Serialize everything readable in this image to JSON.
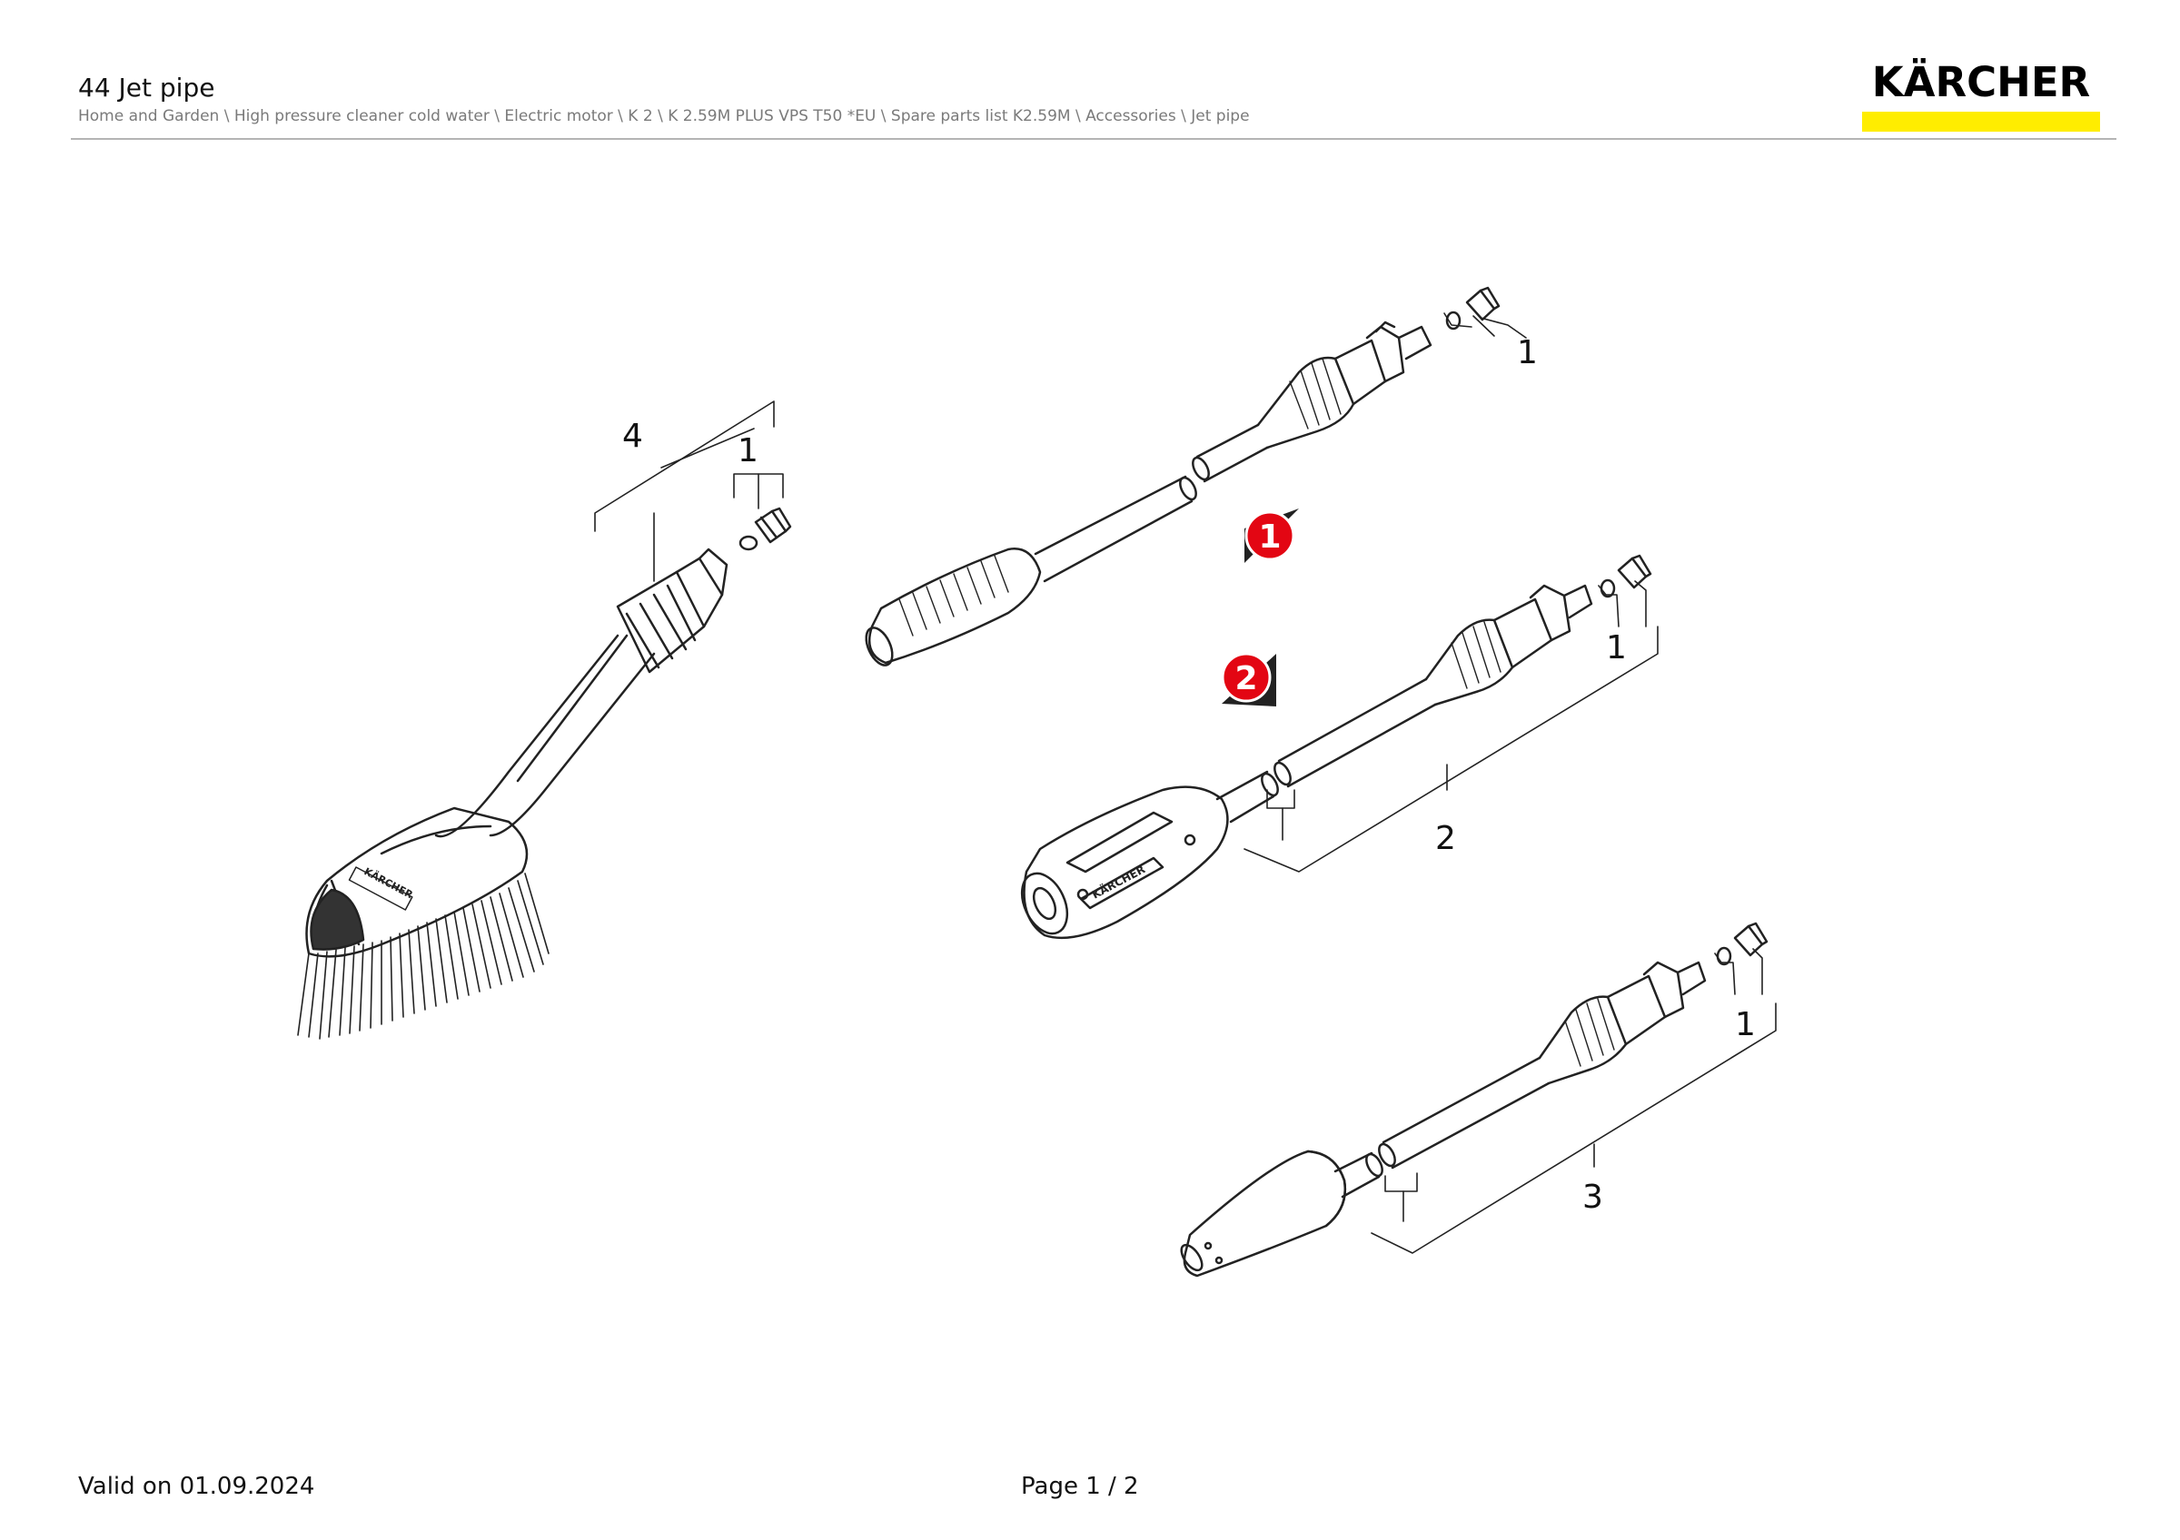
{
  "header": {
    "title": "44 Jet pipe",
    "breadcrumb": "Home and Garden \\ High pressure cleaner cold water \\ Electric motor \\ K 2 \\ K 2.59M PLUS VPS T50 *EU \\ Spare parts list K2.59M \\ Accessories \\ Jet pipe",
    "logo_text": "KÄRCHER",
    "logo_bar_color": "#ffed00"
  },
  "drawing": {
    "callouts": {
      "brush_assembly": "4",
      "brush_fitting": "1",
      "pipe1_fitting": "1",
      "pipe2_fitting": "1",
      "pipe2_assembly": "2",
      "pipe3_fitting": "1",
      "pipe3_assembly": "3"
    },
    "markers": {
      "marker1": "1",
      "marker2": "2"
    },
    "brand_on_parts": "KÄRCHER"
  },
  "footer": {
    "valid_on": "Valid on 01.09.2024",
    "page": "Page 1 / 2"
  }
}
